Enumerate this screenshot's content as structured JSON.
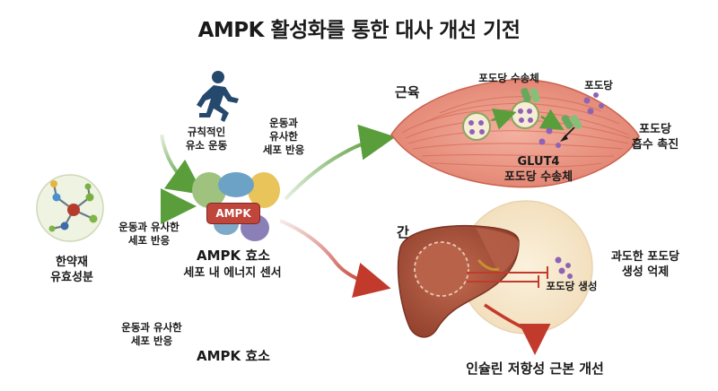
{
  "title": "AMPK 활성화를 통한 대사 개선 기전",
  "herb": {
    "line1": "한약재",
    "line2": "유효성분"
  },
  "herb_arrow_label": {
    "line1": "운동과 유사한",
    "line2": "세포 반응"
  },
  "exercise": {
    "line1": "규칙적인",
    "line2": "유소 운동"
  },
  "exercise_response": {
    "line1": "운동과",
    "line2": "유사한",
    "line3": "세포 반응"
  },
  "ampk_badge": "AMPK",
  "ampk_name": "AMPK 효소",
  "ampk_desc": "세포 내 에너지 센서",
  "faded_label": {
    "line1": "운동과 유사한",
    "line2": "세포 반응"
  },
  "faded_ampk": "AMPK 효소",
  "muscle": {
    "title": "근육",
    "transporter_top": "포도당 수송체",
    "glucose_label": "포도당",
    "glut4_line1": "GLUT4",
    "glut4_line2": "포도당 수송체",
    "effect_line1": "포도당",
    "effect_line2": "흡수 촉진"
  },
  "liver": {
    "title": "간",
    "production_label": "포도당 생성",
    "effect_line1": "과도한 포도당",
    "effect_line2": "생성 억제"
  },
  "outcome": "인슐린 저항성 근본 개선",
  "colors": {
    "green_arrow": "#5a9e3c",
    "red_arrow": "#c23a2c",
    "ampk_red": "#c0453a",
    "muscle_pink": "#e9907f",
    "liver_brown": "#a6503a"
  },
  "icons": [
    "molecule-icon",
    "runner-icon",
    "ampk-protein-icon",
    "glucose-transporter-icon",
    "muscle-icon",
    "liver-icon",
    "cell-icon"
  ]
}
